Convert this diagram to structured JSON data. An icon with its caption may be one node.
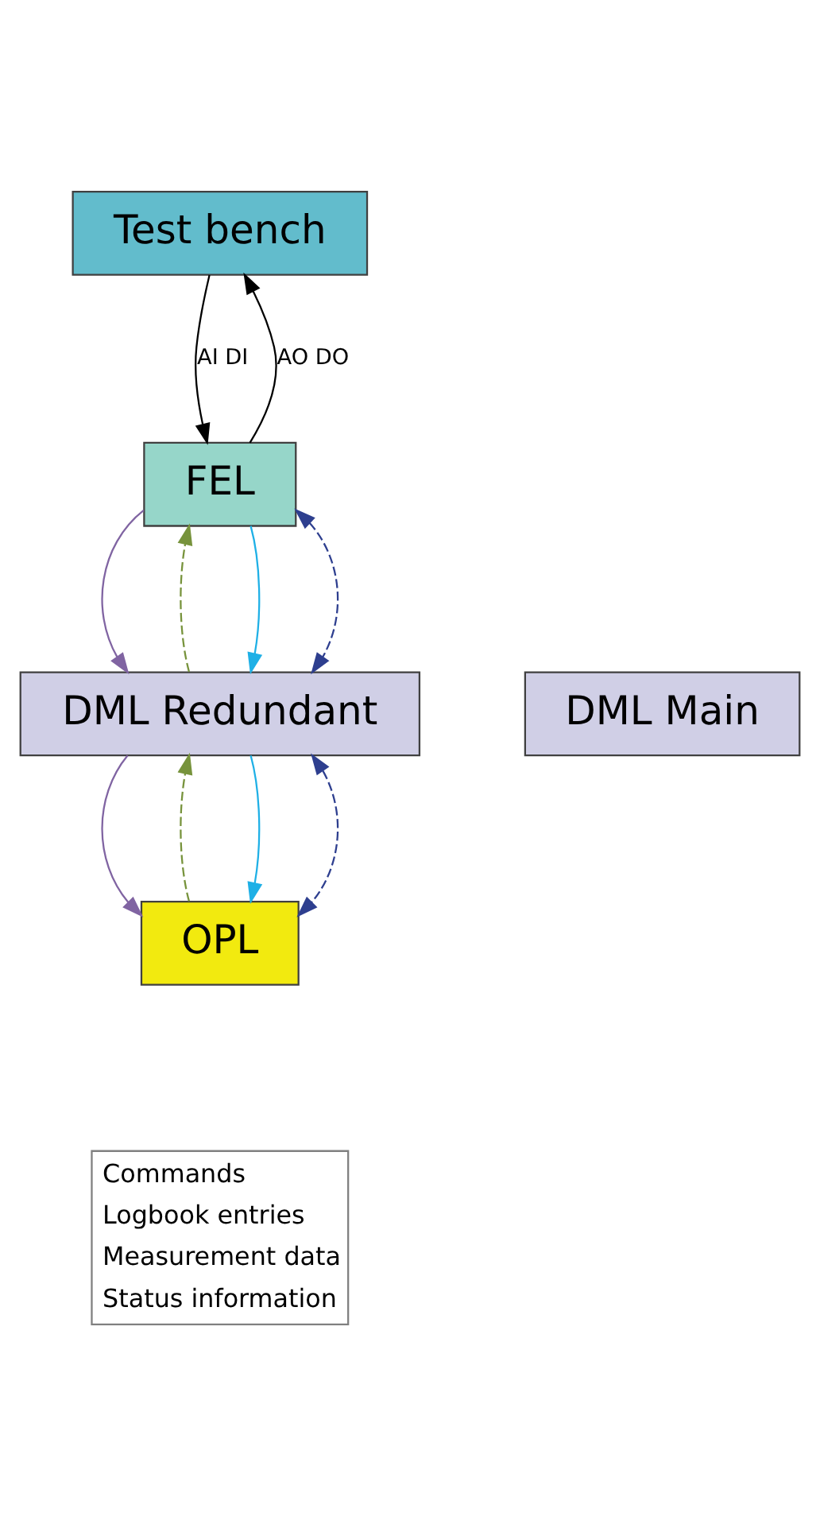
{
  "diagram": {
    "nodes": [
      {
        "text": [
          "Test bench"
        ]
      },
      {
        "text": [
          "FEL"
        ]
      },
      {
        "text": [
          "DML Main"
        ]
      },
      {
        "text": [
          "DML Redundant"
        ]
      },
      {
        "text": [
          "OPL"
        ]
      }
    ],
    "edges": [
      {
        "from": 1,
        "to": 0,
        "arrow": "to",
        "label": "AO DO"
      },
      {
        "from": 0,
        "to": 1,
        "arrow": "to",
        "label": "AI DI"
      },
      {
        "from": 3,
        "to": 1,
        "arrow": "to",
        "style": "dashed",
        "color": "#77933c"
      },
      {
        "from": 1,
        "to": 3,
        "arrow": "to",
        "color": "#8064a2"
      },
      {
        "from": 1,
        "to": 3,
        "arrow": "to",
        "color": "#1fb0e6"
      },
      {
        "from": 1,
        "to": 3,
        "arrow": "both",
        "style": "dashed",
        "color": "#2e3f8f"
      },
      {
        "from": 4,
        "to": 3,
        "arrow": "to",
        "style": "dashed",
        "color": "#77933c"
      },
      {
        "from": 3,
        "to": 4,
        "arrow": "to",
        "color": "#8064a2"
      },
      {
        "from": 3,
        "to": 4,
        "arrow": "to",
        "color": "#1fb0e6"
      },
      {
        "from": 3,
        "to": 4,
        "arrow": "both",
        "style": "dashed",
        "color": "#2e3f8f"
      }
    ],
    "legend": [
      {
        "text": "Commands"
      },
      {
        "text": "Logbook entries"
      },
      {
        "text": "Measurement data"
      },
      {
        "text": "Status information"
      }
    ]
  }
}
